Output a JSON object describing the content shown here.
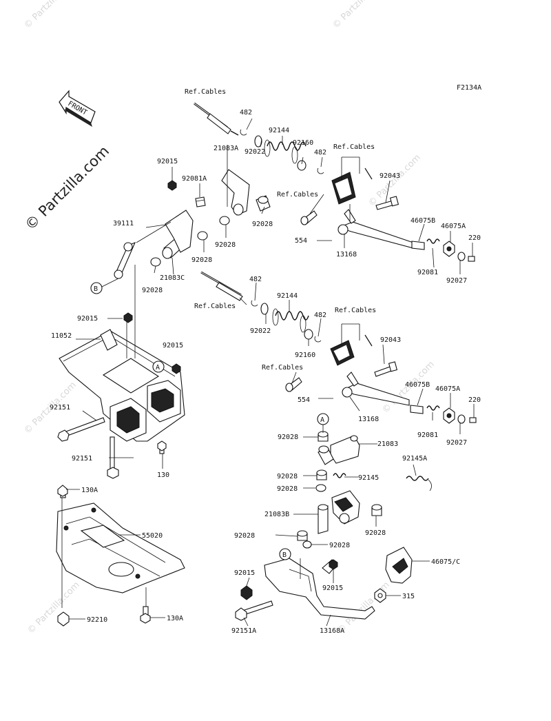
{
  "diagram_code": "F2134A",
  "front_label": "FRONT",
  "watermark_main": "© Partzilla.com",
  "watermark_small": "© Partzilla.com",
  "labels": {
    "ref_cables_1": "Ref.Cables",
    "ref_cables_2": "Ref.Cables",
    "ref_cables_3": "Ref.Cables",
    "ref_cables_4": "Ref.Cables",
    "ref_cables_5": "Ref.Cables",
    "ref_cables_6": "Ref.Cables",
    "p482_1": "482",
    "p482_2": "482",
    "p482_3": "482",
    "p482_4": "482",
    "p92144_1": "92144",
    "p92144_2": "92144",
    "p92160_1": "92160",
    "p92160_2": "92160",
    "p21083A": "21083A",
    "p92015_1": "92015",
    "p92081A": "92081A",
    "p92022_1": "92022",
    "p92022_2": "92022",
    "p92043_1": "92043",
    "p92043_2": "92043",
    "p39111": "39111",
    "p92028_1": "92028",
    "p92028_2": "92028",
    "p92028_3": "92028",
    "p92028_4": "92028",
    "p92028_5": "92028",
    "p92028_6": "92028",
    "p92028_7": "92028",
    "p92028_8": "92028",
    "p92028_9": "92028",
    "p92028_10": "92028",
    "p46075B_1": "46075B",
    "p46075A_1": "46075A",
    "p46075B_2": "46075B",
    "p46075A_2": "46075A",
    "p220_1": "220",
    "p220_2": "220",
    "p554_1": "554",
    "p554_2": "554",
    "p13168_1": "13168",
    "p13168_2": "13168",
    "p92081_1": "92081",
    "p92081_2": "92081",
    "p92027_1": "92027",
    "p92027_2": "92027",
    "p21083C": "21083C",
    "p92015_2": "92015",
    "p92015_3": "92015",
    "p92015_4": "92015",
    "p92015_5": "92015",
    "p11052": "11052",
    "p92151_1": "92151",
    "p92151_2": "92151",
    "p130": "130",
    "p130A_1": "130A",
    "p130A_2": "130A",
    "p55020": "55020",
    "p92210": "92210",
    "p21083": "21083",
    "p92145": "92145",
    "p92145A": "92145A",
    "p21083B": "21083B",
    "p46075C": "46075/C",
    "p315": "315",
    "p92151A": "92151A",
    "p13168A": "13168A",
    "ref_A_1": "A",
    "ref_A_2": "A",
    "ref_B_1": "B",
    "ref_B_2": "B"
  }
}
